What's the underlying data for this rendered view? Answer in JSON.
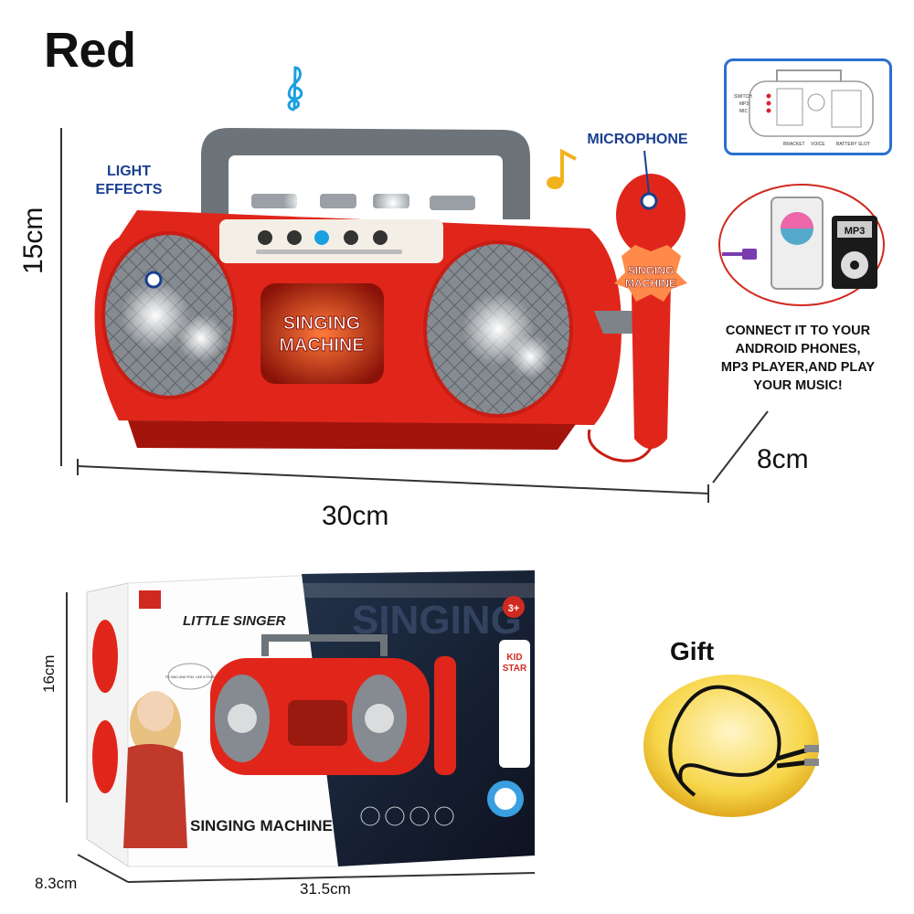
{
  "color_label": "Red",
  "dimensions": {
    "product_height": "15cm",
    "product_width": "30cm",
    "product_depth": "8cm",
    "box_height": "16cm",
    "box_width": "31.5cm",
    "box_depth": "8.3cm"
  },
  "callouts": {
    "light_effects_line1": "LIGHT",
    "light_effects_line2": "EFFECTS",
    "microphone": "MICROPHONE"
  },
  "connect_text": {
    "line1": "CONNECT IT TO  YOUR",
    "line2": "ANDROID PHONES,",
    "line3": "MP3 PLAYER,AND PLAY",
    "line4": "YOUR MUSIC!"
  },
  "inset_labels": {
    "switch": "SWITCH",
    "mp3": "MP3",
    "mic": "MIC",
    "bracket": "BRACKET",
    "voice": "VOICE",
    "battery_slot": "BATTERY SLOT"
  },
  "device": {
    "mp3_label": "MP3",
    "brand_line1": "SINGING",
    "brand_line2": "MACHINE",
    "mic_brand_line1": "SINGING",
    "mic_brand_line2": "MACHINE"
  },
  "package": {
    "little_singer": "LITTLE SINGER",
    "big_title": "SINGING",
    "bottom_title": "SINGING MACHINE",
    "age_badge": "3+",
    "kid_star_line1": "KID",
    "kid_star_line2": "STAR",
    "speech_bubble": "TO SING AND FEEL LIKE A STAR!"
  },
  "gift_label": "Gift",
  "colors": {
    "red": "#e0261b",
    "dark_red": "#a3140d",
    "grey": "#7d8388",
    "blue_callout": "#1a3f8f",
    "gift_yellow": "#f7d64a"
  }
}
